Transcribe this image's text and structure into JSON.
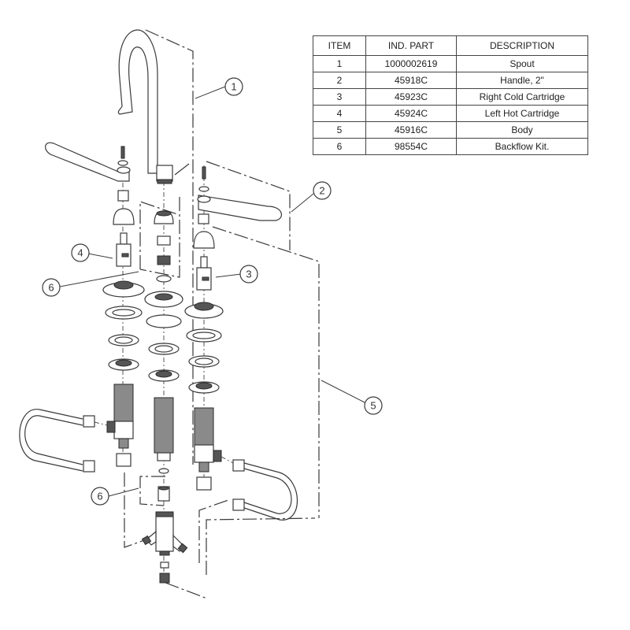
{
  "table": {
    "headers": [
      "ITEM",
      "IND. PART",
      "DESCRIPTION"
    ],
    "rows": [
      {
        "item": "1",
        "part": "1000002619",
        "description": "Spout"
      },
      {
        "item": "2",
        "part": "45918C",
        "description": "Handle, 2\""
      },
      {
        "item": "3",
        "part": "45923C",
        "description": "Right Cold Cartridge"
      },
      {
        "item": "4",
        "part": "45924C",
        "description": "Left Hot Cartridge"
      },
      {
        "item": "5",
        "part": "45916C",
        "description": "Body"
      },
      {
        "item": "6",
        "part": "98554C",
        "description": "Backflow Kit."
      }
    ]
  },
  "callouts": [
    {
      "id": "callout-1",
      "label": "1",
      "refers_to": "Spout"
    },
    {
      "id": "callout-2",
      "label": "2",
      "refers_to": "Handle, 2\""
    },
    {
      "id": "callout-3",
      "label": "3",
      "refers_to": "Right Cold Cartridge"
    },
    {
      "id": "callout-4",
      "label": "4",
      "refers_to": "Left Hot Cartridge"
    },
    {
      "id": "callout-5",
      "label": "5",
      "refers_to": "Body"
    },
    {
      "id": "callout-6a",
      "label": "6",
      "refers_to": "Backflow Kit."
    },
    {
      "id": "callout-6b",
      "label": "6",
      "refers_to": "Backflow Kit."
    }
  ]
}
